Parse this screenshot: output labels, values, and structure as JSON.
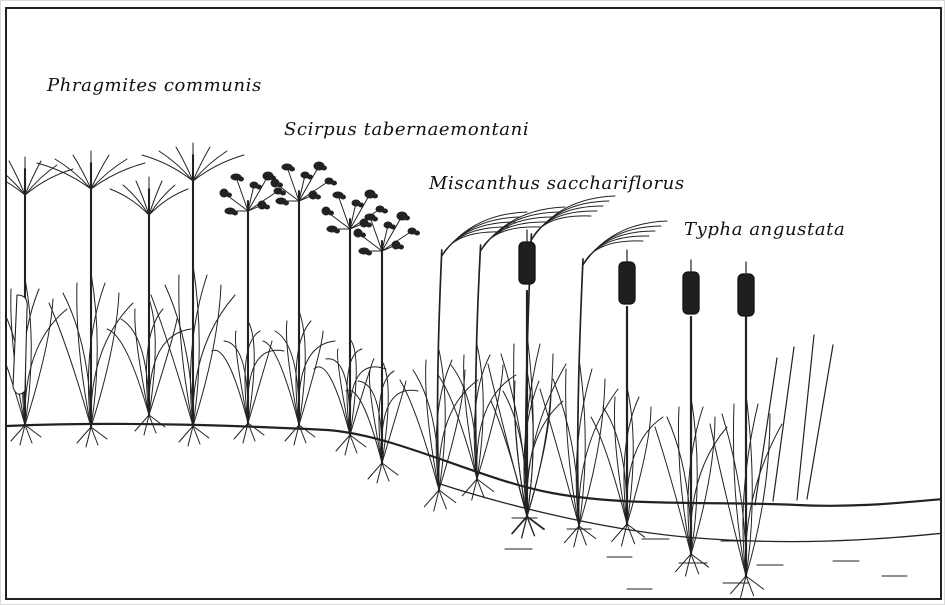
{
  "figure": {
    "labels": {
      "phragmites": "Phragmites communis",
      "scirpus": "Scirpus tabernaemontani",
      "miscanthus": "Miscanthus sacchariflorus",
      "typha": "Typha angustata"
    }
  }
}
